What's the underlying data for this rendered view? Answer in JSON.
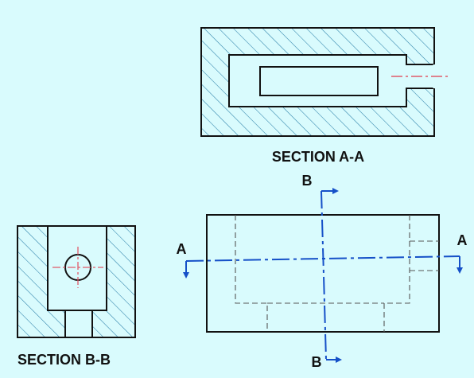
{
  "labels": {
    "section_aa": "SECTION A-A",
    "section_bb": "SECTION B-B",
    "cut_a_left": "A",
    "cut_a_right": "A",
    "cut_b_top": "B",
    "cut_b_bottom": "B"
  },
  "colors": {
    "background": "#d9fbfd",
    "outline": "#111111",
    "hatch": "#2a7fa8",
    "centerline": "#e05a6a",
    "cutting_plane": "#1550c8",
    "hidden": "#555555"
  }
}
